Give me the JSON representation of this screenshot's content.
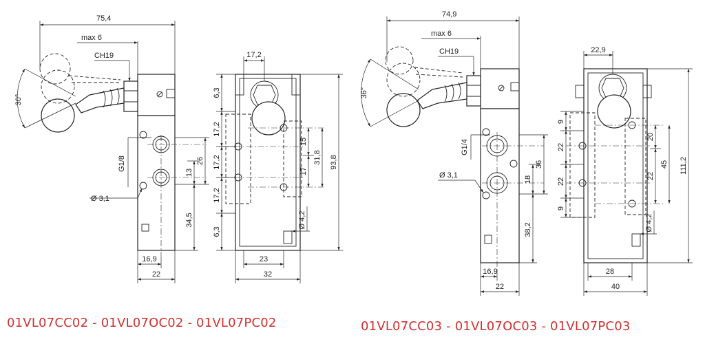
{
  "colors": {
    "line": "#222222",
    "caption": "#d03030",
    "background": "#ffffff"
  },
  "valve_02": {
    "caption": "01VL07CC02 - 01VL07OC02 - 01VL07PC02",
    "overall_width": "75,4",
    "lever_travel": "max 6",
    "wrench_size": "CH19",
    "angle": "30°",
    "thread": "G1/8",
    "mount_hole": "Ø 3,1",
    "port_spacing": "26",
    "port_offset": "13",
    "bottom_height": "34,5",
    "port_from_edge": "16,9",
    "side_width": "22",
    "front_top_width": "17,2",
    "edge_top": "6,3",
    "pitch_a": "17,2",
    "pitch_b": "17,2",
    "edge_bottom": "6,3",
    "right_15": "15",
    "right_17": "17",
    "right_318": "31,8",
    "overall_height": "93,8",
    "hole_dia": "Ø 4,2",
    "front_inner_width": "23",
    "front_width": "32"
  },
  "valve_03": {
    "caption": "01VL07CC03 - 01VL07OC03 - 01VL07PC03",
    "overall_width": "74,9",
    "lever_travel": "max 6",
    "wrench_size": "CH19",
    "angle": "36°",
    "thread": "G1/4",
    "mount_hole": "Ø 3,1",
    "port_spacing": "36",
    "port_offset": "18",
    "bottom_height": "38,2",
    "port_from_edge": "16,9",
    "side_width": "22",
    "front_top_width": "22,9",
    "edge_top": "9",
    "pitch_a": "22",
    "pitch_b": "22",
    "edge_bottom": "9",
    "right_20": "20",
    "right_22": "22",
    "right_45": "45",
    "overall_height": "111,2",
    "hole_dia": "Ø 4,2",
    "front_inner_width": "28",
    "front_width": "40"
  }
}
